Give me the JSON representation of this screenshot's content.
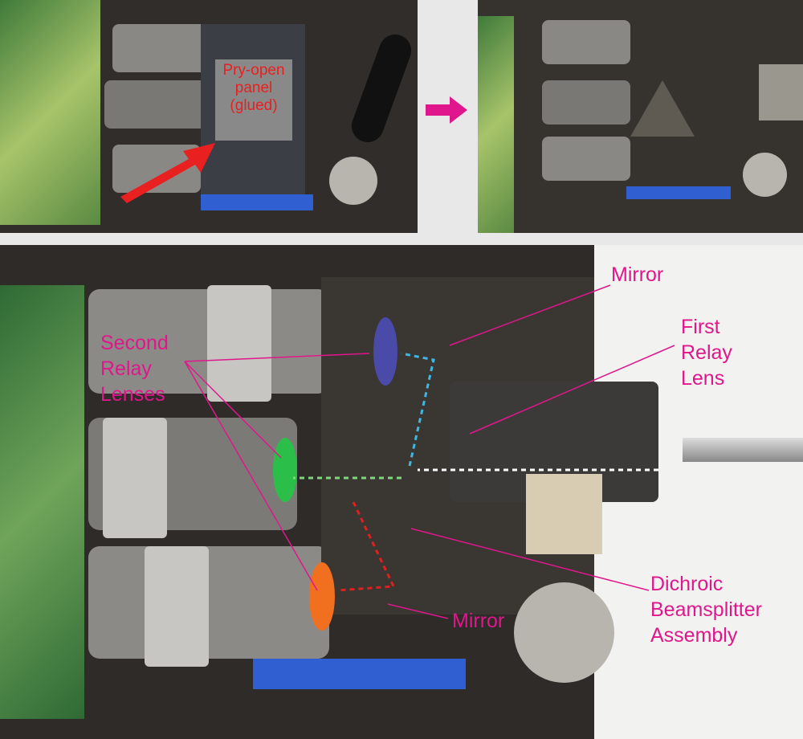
{
  "top_left_photo": {
    "callout": [
      "Pry-open",
      "panel",
      "(glued)"
    ]
  },
  "bottom_photo": {
    "labels": {
      "mirror_top": "Mirror",
      "first_relay_lens": [
        "First",
        "Relay",
        "Lens"
      ],
      "second_relay_lenses": [
        "Second",
        "Relay",
        "Lenses"
      ],
      "dichroic": [
        "Dichroic",
        "Beamsplitter",
        "Assembly"
      ],
      "mirror_bottom": "Mirror"
    }
  },
  "colors": {
    "label": "#e0178c",
    "callout_text": "#e8201f",
    "arrow_red": "#e8201f",
    "arrow_between": "#e0178c",
    "beam_blue": "#3fb8e0",
    "beam_green": "#7fd67f",
    "beam_red": "#e02020",
    "beam_white": "#ffffff"
  }
}
